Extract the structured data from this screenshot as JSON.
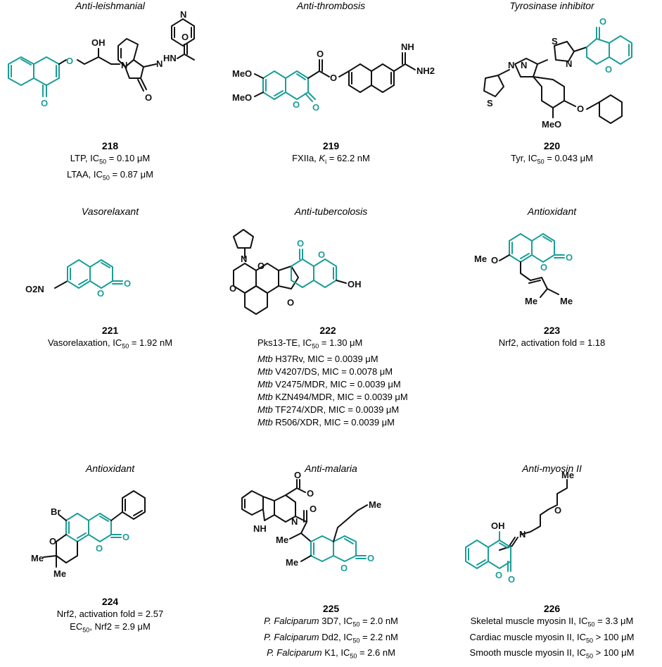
{
  "colors": {
    "coumarin": "#1a9e97",
    "bonds": "#111111"
  },
  "panels": [
    {
      "category": "Anti-leishmanial",
      "id": "218",
      "lines": [
        {
          "pre": "LTP, IC",
          "sub": "50",
          "post": " = 0.10 μM"
        },
        {
          "pre": "LTAA, IC",
          "sub": "50",
          "post": " = 0.87 μM"
        }
      ]
    },
    {
      "category": "Anti-thrombosis",
      "id": "219",
      "lines": [
        {
          "pre": "FXIIa, ",
          "ital": "K",
          "sub": "i",
          "post": " = 62.2 nM"
        }
      ]
    },
    {
      "category": "Tyrosinase inhibitor",
      "id": "220",
      "lines": [
        {
          "pre": "Tyr, IC",
          "sub": "50",
          "post": " = 0.043 μM"
        }
      ]
    },
    {
      "category": "Vasorelaxant",
      "id": "221",
      "lines": [
        {
          "pre": "Vasorelaxation, IC",
          "sub": "50",
          "post": " = 1.92 nM"
        }
      ]
    },
    {
      "category": "Anti-tubercolosis",
      "id": "222",
      "lines": [
        {
          "pre": "Pks13-TE, IC",
          "sub": "50",
          "post": " = 1.30 μM"
        },
        {
          "ital": "Mtb",
          "pre": " H37Rv, MIC = 0.0039 μM"
        },
        {
          "ital": "Mtb",
          "pre": " V4207/DS, MIC = 0.0078 μM"
        },
        {
          "ital": "Mtb",
          "pre": " V2475/MDR, MIC = 0.0039 μM"
        },
        {
          "ital": "Mtb",
          "pre": " KZN494/MDR, MIC = 0.0039 μM"
        },
        {
          "ital": "Mtb",
          "pre": " TF274/XDR, MIC = 0.0039 μM"
        },
        {
          "ital": "Mtb",
          "pre": " R506/XDR, MIC = 0.0039 μM"
        }
      ]
    },
    {
      "category": "Antioxidant",
      "id": "223",
      "lines": [
        {
          "pre": "Nrf2, activation fold = 1.18"
        }
      ]
    },
    {
      "category": "Antioxidant",
      "id": "224",
      "lines": [
        {
          "pre": "Nrf2, activation fold = 2.57"
        },
        {
          "pre": "EC",
          "sub": "50",
          "post": ", Nrf2 = 2.9 μM"
        }
      ]
    },
    {
      "category": "Anti-malaria",
      "id": "225",
      "lines": [
        {
          "ital": "P. Falciparum",
          "pre": " 3D7, IC",
          "sub": "50",
          "post": " = 2.0 nM"
        },
        {
          "ital": "P. Falciparum",
          "pre": " Dd2, IC",
          "sub": "50",
          "post": " = 2.2 nM"
        },
        {
          "ital": "P. Falciparum",
          "pre": " K1, IC",
          "sub": "50",
          "post": " = 2.6 nM"
        }
      ]
    },
    {
      "category": "Anti-myosin II",
      "id": "226",
      "lines": [
        {
          "pre": "Skeletal muscle myosin II, IC",
          "sub": "50",
          "post": " = 3.3 μM"
        },
        {
          "pre": "Cardiac muscle myosin II, IC",
          "sub": "50",
          "post": " > 100 μM"
        },
        {
          "pre": "Smooth muscle myosin II, IC",
          "sub": "50",
          "post": " > 100 μM"
        }
      ]
    }
  ],
  "atoms": {
    "m218": [
      "O",
      "O",
      "OH",
      "N",
      "N",
      "HN",
      "O",
      "O",
      "N"
    ],
    "m219": [
      "MeO",
      "MeO",
      "O",
      "O",
      "O",
      "O",
      "NH",
      "NH2"
    ],
    "m220": [
      "S",
      "N",
      "N",
      "S",
      "N",
      "O",
      "O",
      "MeO",
      "O"
    ],
    "m221": [
      "O2N",
      "O",
      "O"
    ],
    "m222": [
      "N",
      "O",
      "O",
      "O",
      "O",
      "O",
      "OH"
    ],
    "m223": [
      "Me",
      "O",
      "O",
      "O",
      "Me",
      "Me"
    ],
    "m224": [
      "Br",
      "O",
      "Me",
      "Me",
      "O",
      "O"
    ],
    "m225": [
      "NH",
      "N",
      "O",
      "O",
      "O",
      "Me",
      "Me",
      "Me",
      "O",
      "O"
    ],
    "m226": [
      "Me",
      "O",
      "OH",
      "N",
      "O",
      "O"
    ]
  }
}
